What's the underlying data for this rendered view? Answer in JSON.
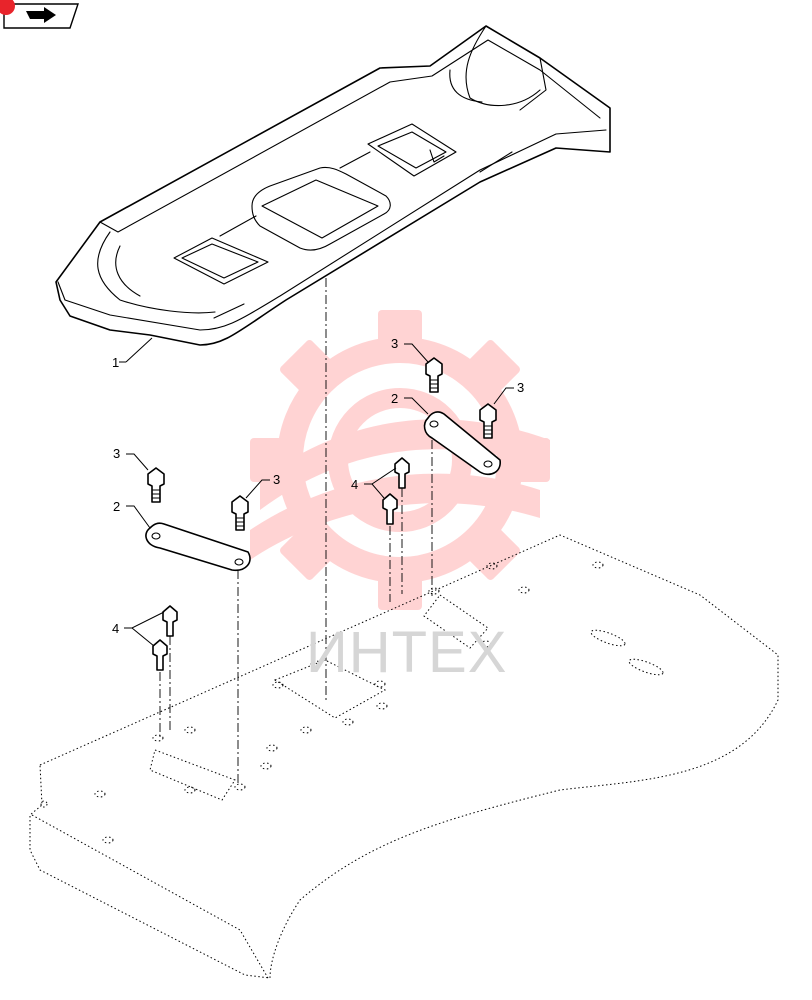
{
  "nav": {
    "icon": "book-arrow-icon"
  },
  "watermark": {
    "text": "ИНТЕХ",
    "color": "#ff4d4d",
    "icon": "gear-logo-icon"
  },
  "callouts": [
    {
      "id": "c1",
      "text": "1"
    },
    {
      "id": "c2a",
      "text": "2"
    },
    {
      "id": "c2b",
      "text": "2"
    },
    {
      "id": "c3a",
      "text": "3"
    },
    {
      "id": "c3b",
      "text": "3"
    },
    {
      "id": "c3c",
      "text": "3"
    },
    {
      "id": "c3d",
      "text": "3"
    },
    {
      "id": "c4a",
      "text": "4"
    },
    {
      "id": "c4b",
      "text": "4"
    }
  ]
}
